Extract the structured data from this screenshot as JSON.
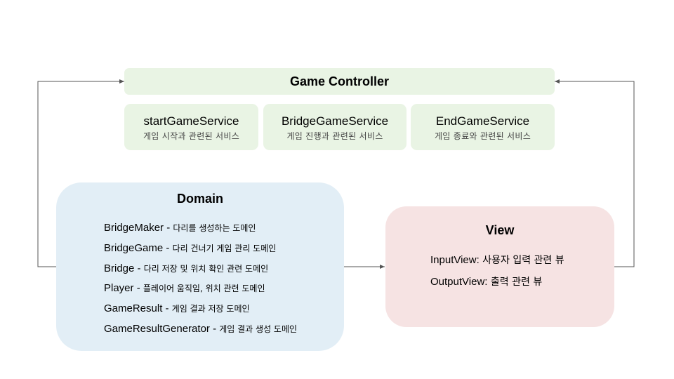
{
  "controller": {
    "title": "Game Controller",
    "services": [
      {
        "name": "startGameService",
        "description": "게임 시작과 관련된 서비스"
      },
      {
        "name": "BridgeGameService",
        "description": "게임 진행과 관련된 서비스"
      },
      {
        "name": "EndGameService",
        "description": "게임 종료와 관련된 서비스"
      }
    ]
  },
  "domain": {
    "title": "Domain",
    "items": [
      {
        "name": "BridgeMaker",
        "separator": " - ",
        "description": "다리를 생성하는 도메인"
      },
      {
        "name": "BridgeGame",
        "separator": " - ",
        "description": "다리 건너기 게임 관리 도메인"
      },
      {
        "name": "Bridge",
        "separator": " - ",
        "description": "다리 저장 및 위치 확인 관련 도메인"
      },
      {
        "name": "Player",
        "separator": " - ",
        "description": "플레이어 움직임, 위치 관련 도메인"
      },
      {
        "name": "GameResult",
        "separator": " - ",
        "description": "게임 결과 저장 도메인"
      },
      {
        "name": "GameResultGenerator",
        "separator": " - ",
        "description": "게임 결과 생성 도메인"
      }
    ]
  },
  "view": {
    "title": "View",
    "items": [
      {
        "name": "InputView:",
        "description": " 사용자 입력 관련 뷰"
      },
      {
        "name": "OutputView:",
        "description": " 출력 관련 뷰"
      }
    ]
  },
  "colors": {
    "controller_bg": "#e9f4e4",
    "domain_bg": "#e2eef6",
    "view_bg": "#f6e3e3",
    "connector": "#555555"
  }
}
